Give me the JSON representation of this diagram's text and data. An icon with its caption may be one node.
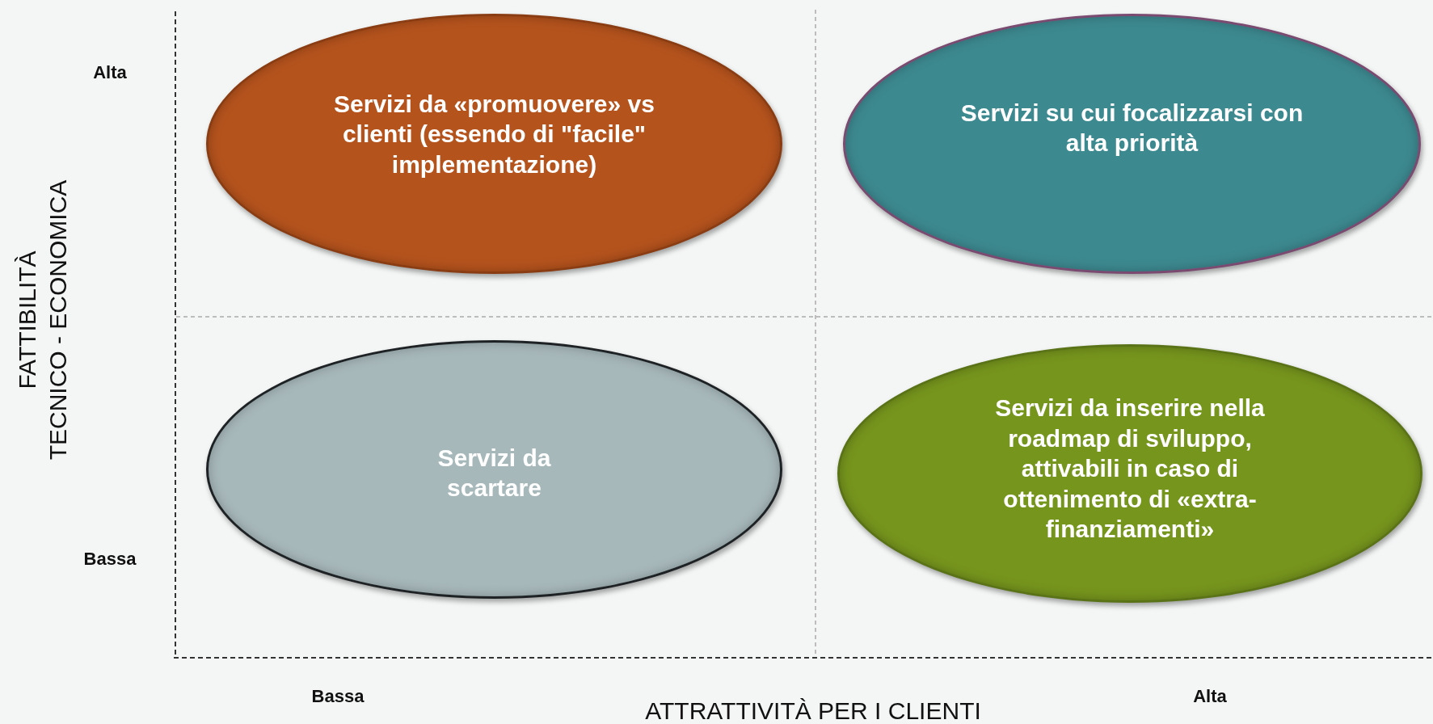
{
  "diagram": {
    "nodes": [
      {
        "text": [
          "Servizi da «promuovere» vs clienti (essendo di \"facile\" implementazione)"
        ]
      },
      {
        "text": [
          "Servizi su cui focalizzarsi con alta priorità"
        ]
      },
      {
        "text": [
          "Servizi da scartare"
        ]
      },
      {
        "text": [
          "Servizi da inserire nella roadmap di sviluppo, attivabili in caso di ottenimento di «extra-finanziamenti»"
        ]
      }
    ],
    "labels": [
      "Alta",
      "FATTIBILITÀ",
      "TECNICO - ECONOMICA",
      "Bassa",
      "Bassa",
      "ATTRATTIVITÀ PER I CLIENTI",
      "Alta"
    ]
  }
}
